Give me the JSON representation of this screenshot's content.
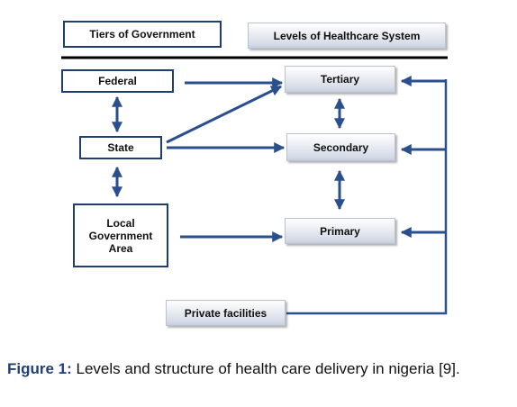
{
  "headers": {
    "tiers": "Tiers of Government",
    "levels": "Levels of Healthcare System"
  },
  "government": {
    "federal": "Federal",
    "state": "State",
    "lga": "Local Government Area"
  },
  "healthcare": {
    "tertiary": "Tertiary",
    "secondary": "Secondary",
    "primary": "Primary"
  },
  "private": "Private facilities",
  "caption": {
    "label": "Figure 1:",
    "text": " Levels and structure of health care delivery in nigeria [9]."
  },
  "colors": {
    "line": "#2a4f8f",
    "box_border": "#203d6e",
    "caption_label": "#1f3f78"
  }
}
